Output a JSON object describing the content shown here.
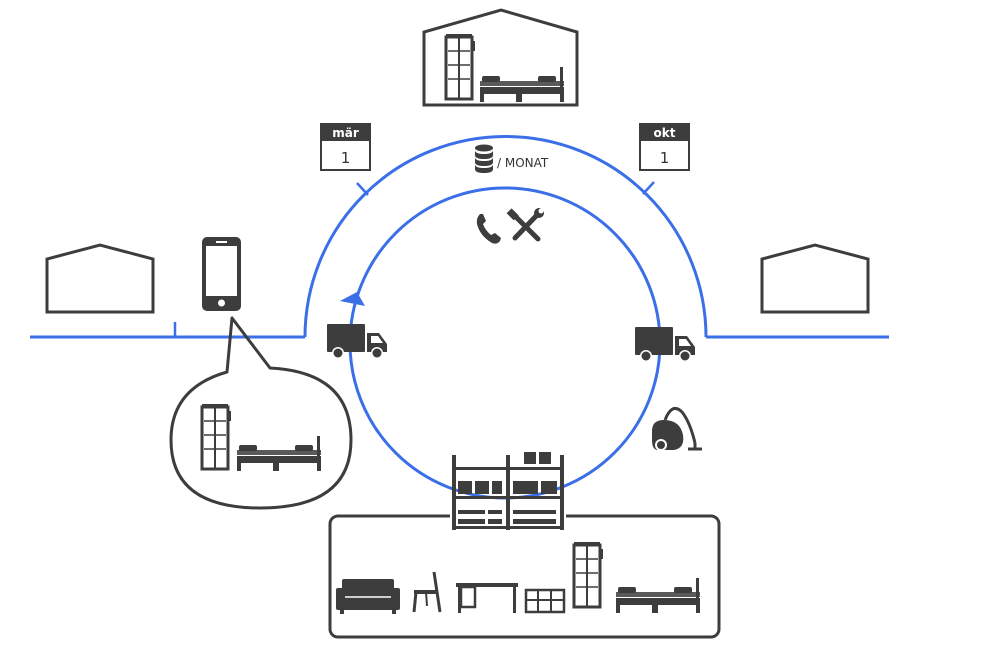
{
  "calendar_left": {
    "month": "mär",
    "day": "1"
  },
  "calendar_right": {
    "month": "okt",
    "day": "1"
  },
  "fee_label": "/ MONAT",
  "colors": {
    "path": "#3b6fe8",
    "ink": "#3d3d3d",
    "background": "#ffffff"
  },
  "icons": [
    "house-icon",
    "phone-icon",
    "truck-icon",
    "calendar-icon",
    "coins-icon",
    "tools-icon",
    "vacuum-icon",
    "shelf-icon",
    "sofa-icon",
    "chair-icon",
    "desk-icon",
    "bed-icon",
    "wardrobe-icon",
    "direction-arrow-icon"
  ]
}
